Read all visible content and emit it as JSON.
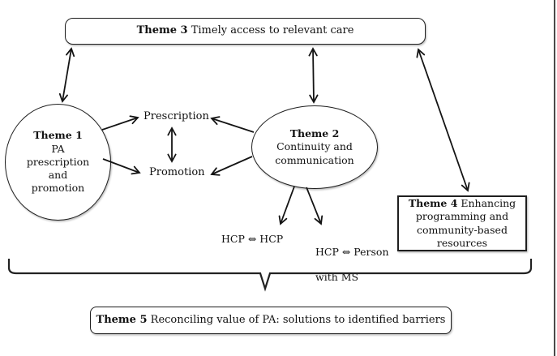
{
  "figure": {
    "theme1": {
      "label": "Theme 1",
      "lines": [
        "PA",
        "prescription",
        "and",
        "promotion"
      ]
    },
    "theme2": {
      "label": "Theme 2",
      "lines": [
        "Continuity and",
        "communication"
      ]
    },
    "theme3": {
      "label": "Theme 3",
      "text": " Timely access to relevant care"
    },
    "theme4": {
      "label": "Theme 4",
      "text": " Enhancing programming and community-based resources"
    },
    "theme5": {
      "label": "Theme 5",
      "text": " Reconciling value of PA: solutions to identified barriers"
    },
    "nodes": {
      "prescription": "Prescription",
      "promotion": "Promotion",
      "hcp_hcp": "HCP ⇔ HCP",
      "hcp_person_line1": "HCP ⇔ Person",
      "hcp_person_line2": "with MS"
    },
    "colors": {
      "stroke": "#1a1a1a",
      "background": "#ffffff",
      "page_border": "#4a4a4a"
    }
  }
}
